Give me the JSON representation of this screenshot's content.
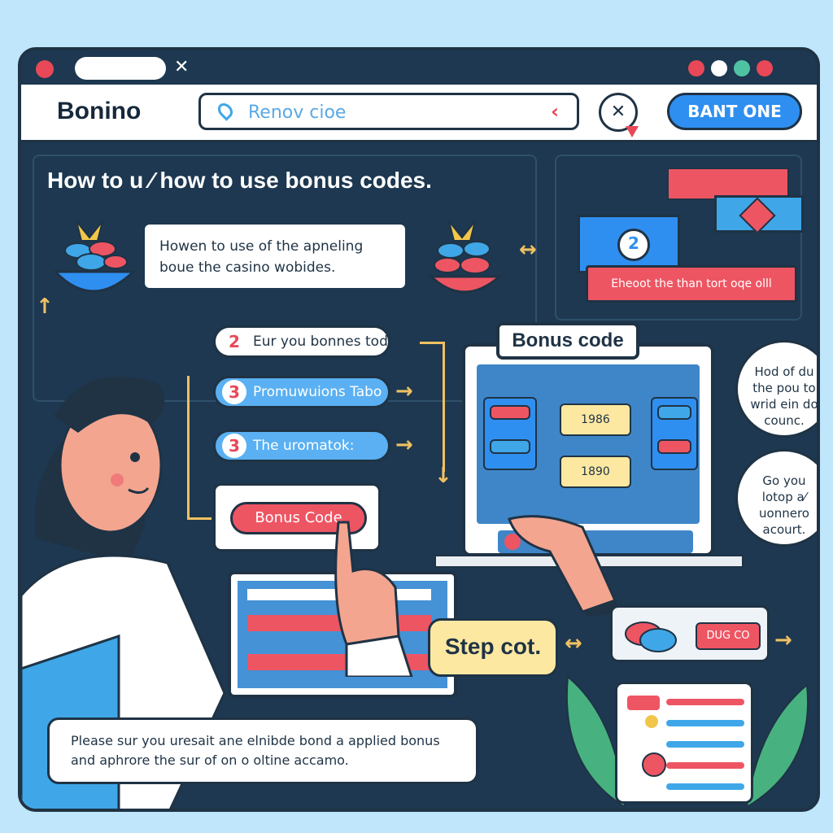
{
  "window": {
    "tab_close": "✕"
  },
  "header": {
    "brand": "Bonino",
    "search_placeholder": "Renov cioe",
    "search_caret": "‹",
    "close_glyph": "✕",
    "cta_label": "BANT ONE"
  },
  "main": {
    "heading": "How to u ⁄ how to use bonus codes.",
    "intro_line1": "Howen to use of the apneling",
    "intro_line2": "boue the casino wobides.",
    "steps": [
      {
        "num": "2",
        "label": "Eur you bonnes tod."
      },
      {
        "num": "3",
        "label": "Promuwuions Tabo"
      },
      {
        "num": "3",
        "label": "The uromatok:"
      }
    ],
    "bonus_button": "Bonus Code",
    "bonus_code_label": "Bonus code",
    "banner_bottom": "Eheoot the than tort oqe olll",
    "coin_value_1": "1986",
    "coin_value_2": "1890",
    "bubble_1": "Hod of du the pou to wrid ein do counc.",
    "bubble_2": "Go you lotop a⁄ uonnero acourt.",
    "step_cot": "Step cot.",
    "chip_button": "DUG CO",
    "footer_line1": "Please sur you uresait ane elnibde bond a applied bonus",
    "footer_line2": "and aphrore the sur of on o oltine accamo."
  },
  "colors": {
    "accent_blue": "#2f8ff0",
    "accent_red": "#ee5563",
    "accent_yellow": "#f0c062",
    "window_bg": "#1d3850"
  }
}
